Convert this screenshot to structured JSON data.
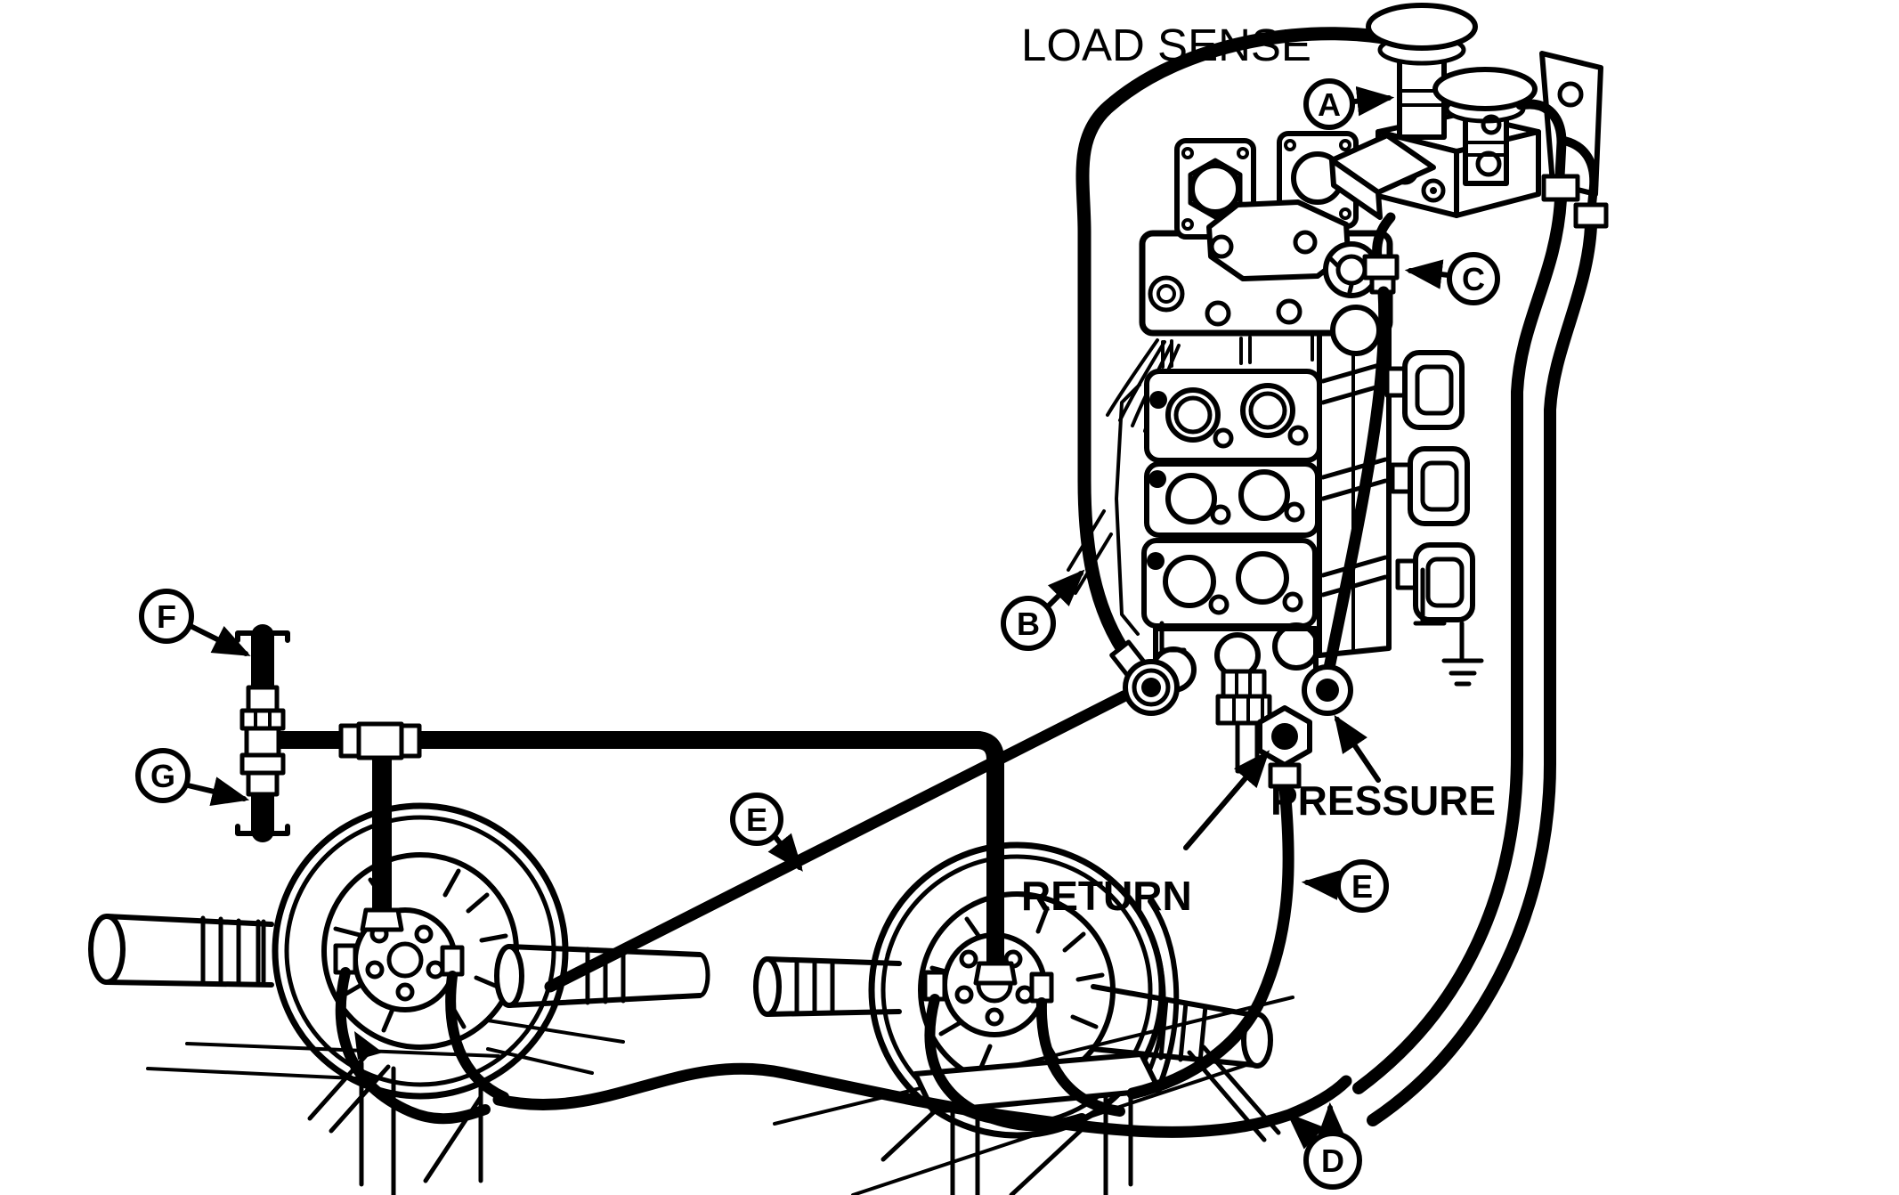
{
  "diagram": {
    "background_color": "#ffffff",
    "line_color": "#000000",
    "labels": {
      "load_sense": "LOAD SENSE",
      "pressure": "PRESSURE",
      "return": "RETURN"
    },
    "callouts": [
      {
        "id": "A",
        "label": "A"
      },
      {
        "id": "B",
        "label": "B"
      },
      {
        "id": "C",
        "label": "C"
      },
      {
        "id": "D",
        "label": "D"
      },
      {
        "id": "E-upper",
        "label": "E"
      },
      {
        "id": "E-lower",
        "label": "E"
      },
      {
        "id": "F",
        "label": "F"
      },
      {
        "id": "G",
        "label": "G"
      }
    ]
  }
}
